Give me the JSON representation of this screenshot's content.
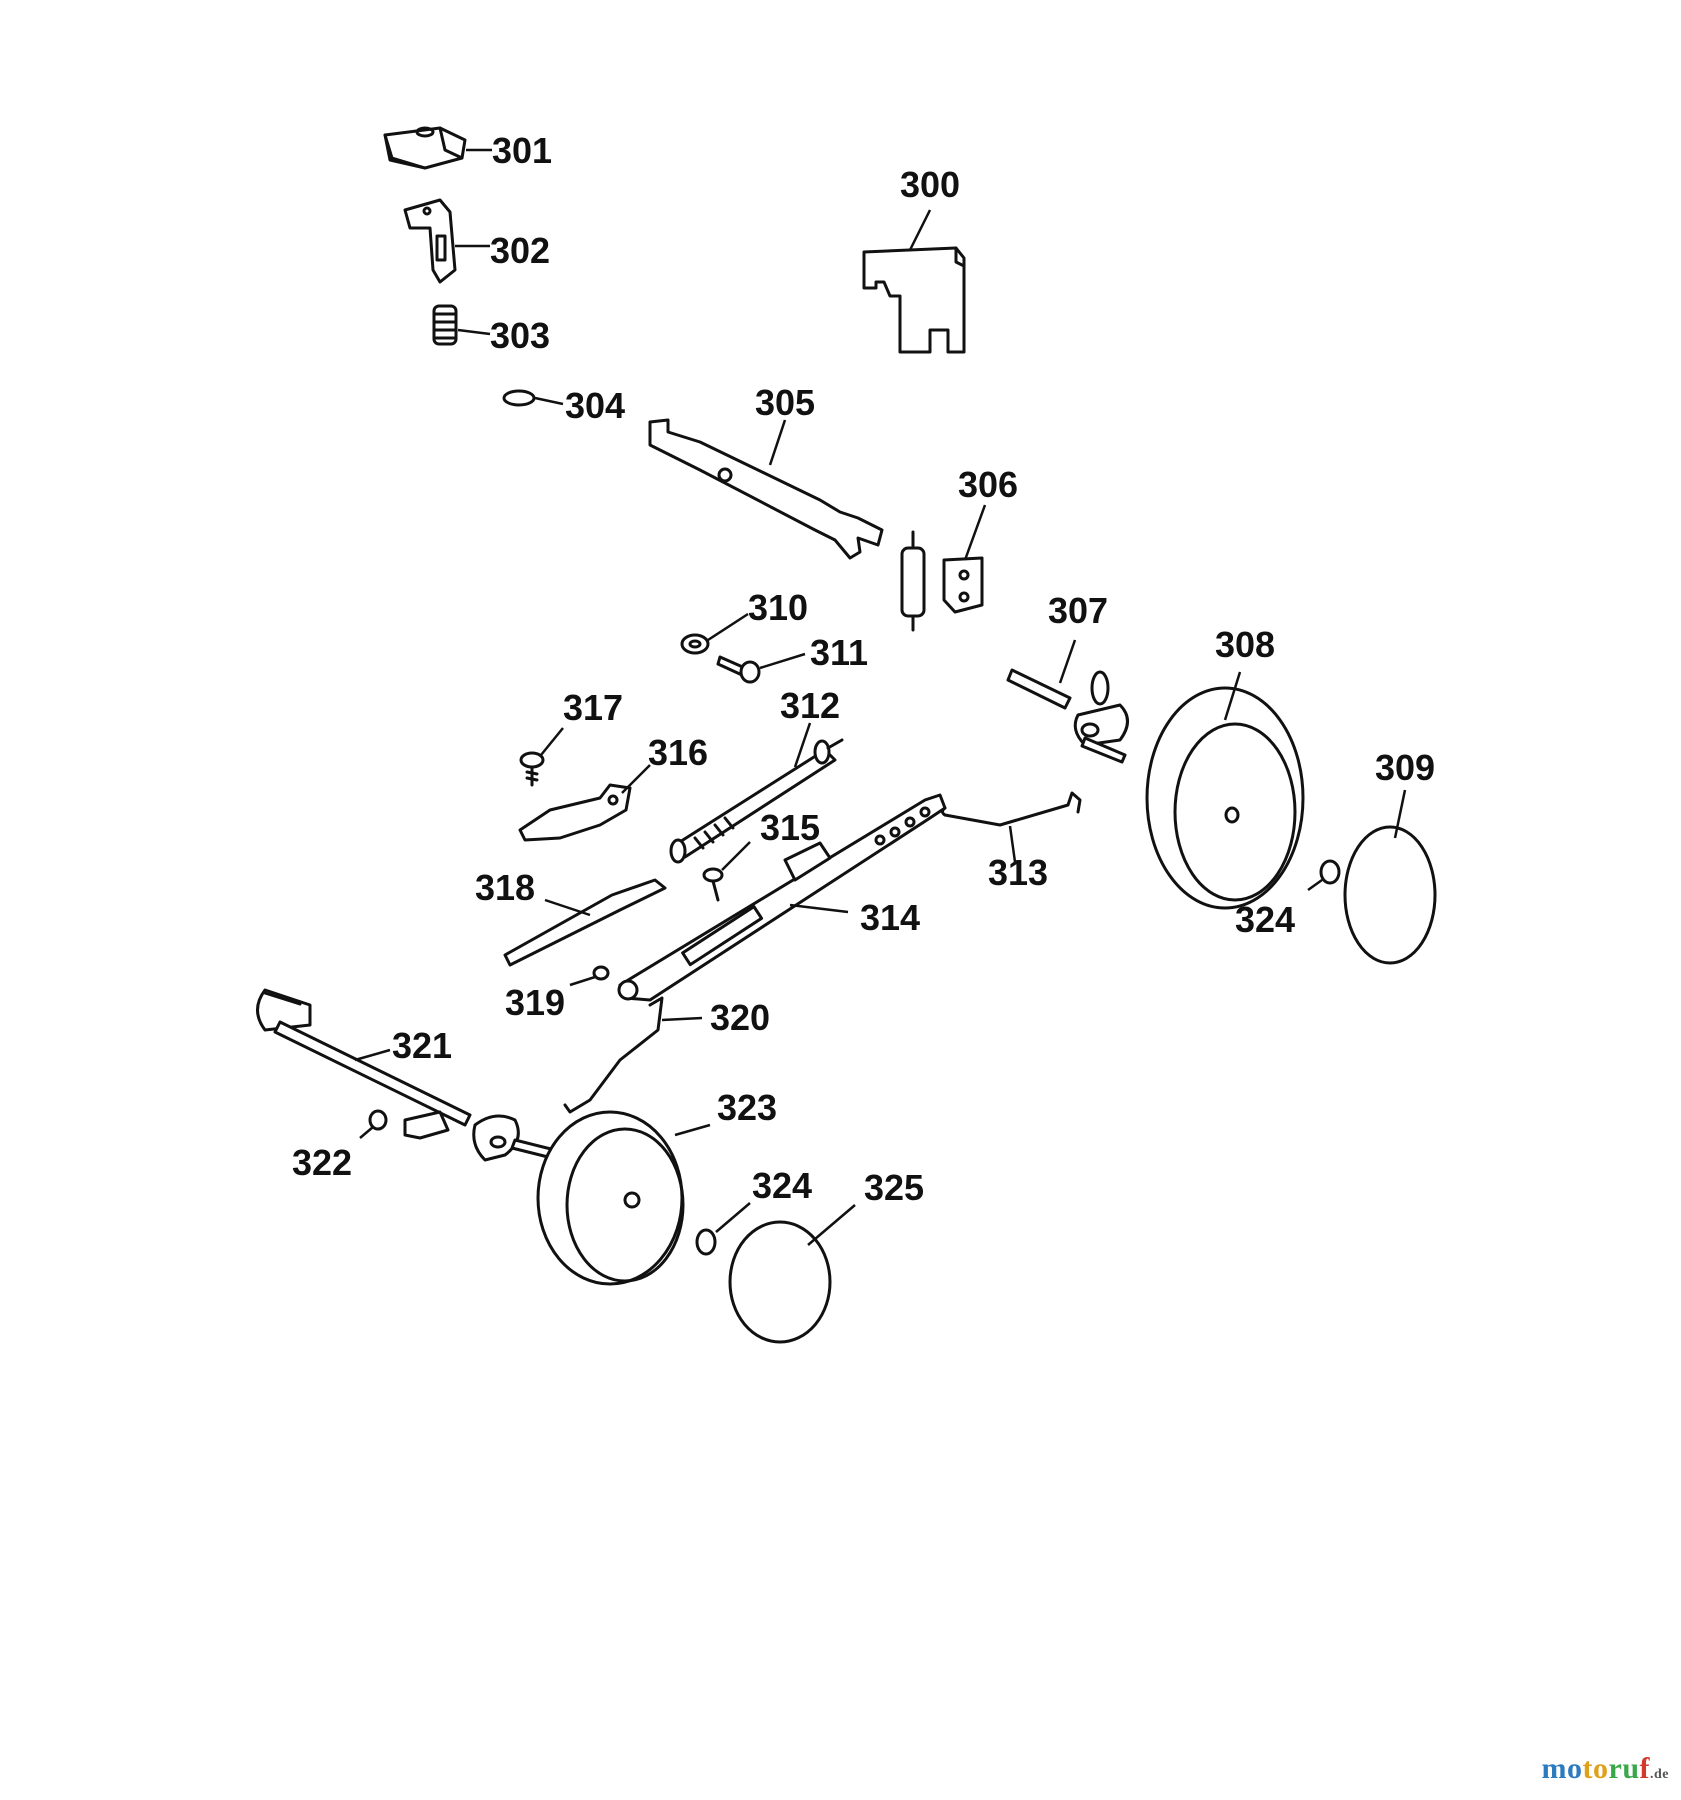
{
  "diagram": {
    "type": "exploded-parts-diagram",
    "labels": [
      "300",
      "301",
      "302",
      "303",
      "304",
      "305",
      "306",
      "307",
      "308",
      "309",
      "310",
      "311",
      "312",
      "313",
      "314",
      "315",
      "316",
      "317",
      "318",
      "319",
      "320",
      "321",
      "322",
      "323",
      "324",
      "324",
      "325"
    ]
  },
  "watermark": {
    "text": "motoruf",
    "suffix": ".de",
    "colors": {
      "m1": "#2d7bbf",
      "m2": "#e0a01a",
      "m3": "#3aa84a",
      "m4": "#d33a2c"
    }
  }
}
